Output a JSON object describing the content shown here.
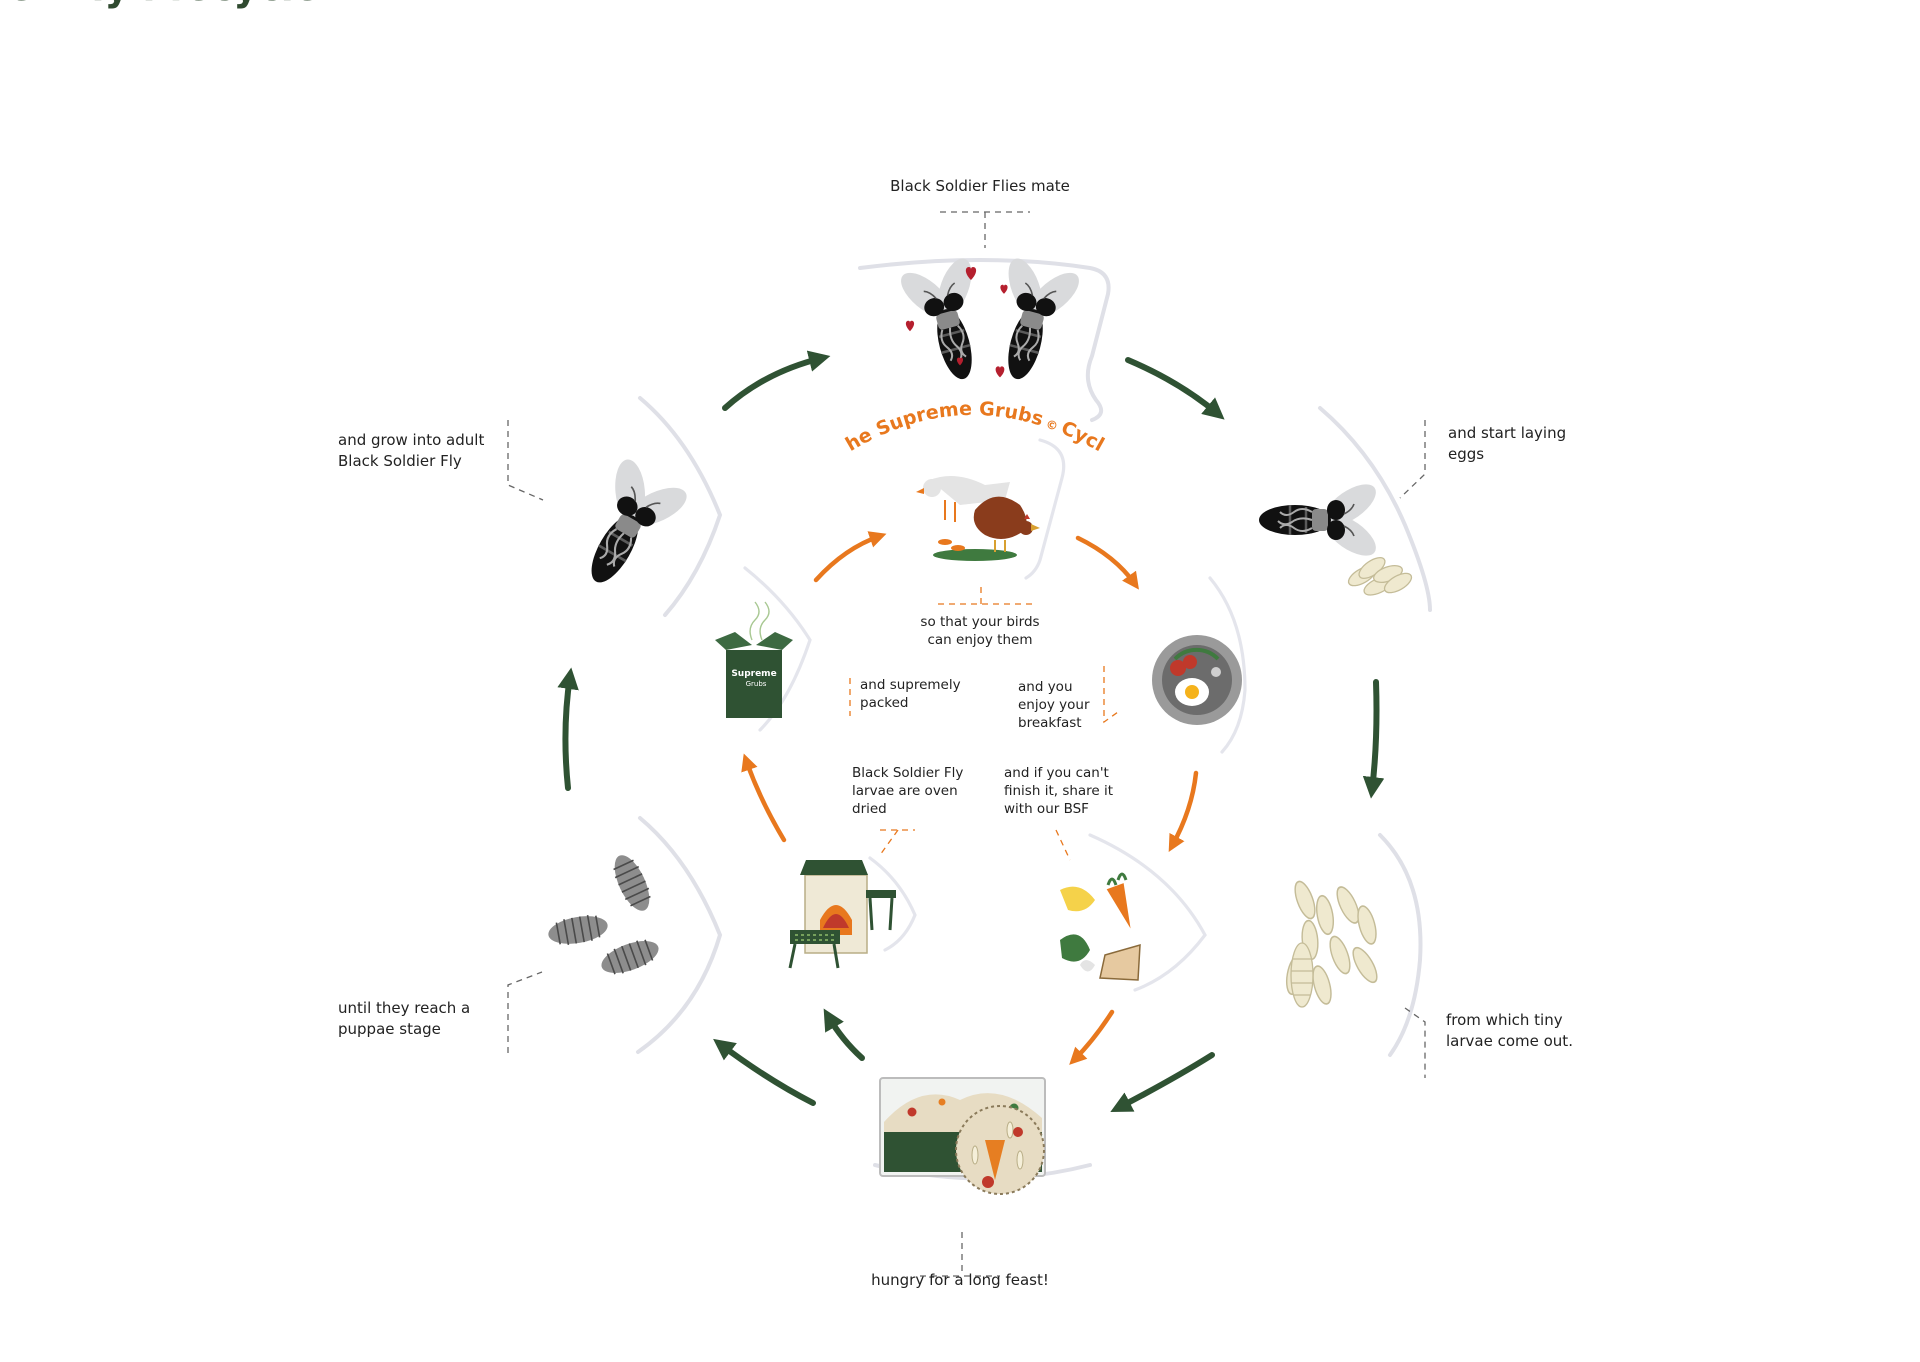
{
  "title": "The Black Soldier Fly lifecycle",
  "inner_title": "The Supreme Grubs",
  "inner_title_mark": "©",
  "inner_title_suffix": "Cycle",
  "box_text_line1": "Supreme",
  "box_text_line2": "Grubs",
  "colors": {
    "outer": "#2f5233",
    "inner": "#e8781e",
    "leader": "#666666"
  },
  "outer_cycle": {
    "mate": "Black Soldier Flies mate",
    "eggs": [
      "and start laying",
      "eggs"
    ],
    "larvae": [
      "from which tiny",
      "larvae come out."
    ],
    "feast": "hungry for a long feast!",
    "pupae": [
      "until they reach a",
      "puppae stage"
    ],
    "adult": [
      "and grow into adult",
      "Black Soldier Fly"
    ]
  },
  "inner_cycle": {
    "birds": [
      "so that your birds",
      "can enjoy them"
    ],
    "breakfast": [
      "and you",
      "enjoy your",
      "breakfast"
    ],
    "share": [
      "and if you can't",
      "finish it, share it",
      "with our BSF"
    ],
    "dried": [
      "Black Soldier Fly",
      "larvae are oven",
      "dried"
    ],
    "packed": [
      "and supremely",
      "packed"
    ]
  }
}
